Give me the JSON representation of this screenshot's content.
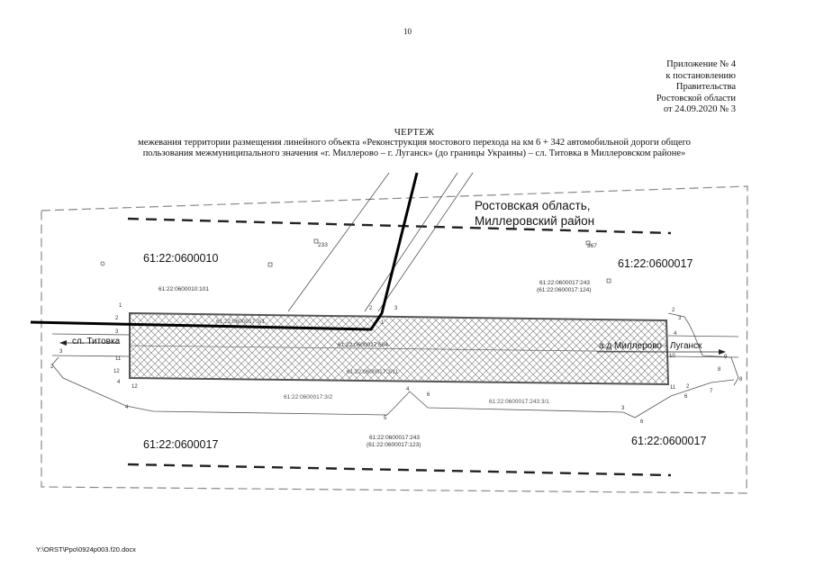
{
  "page_number": "10",
  "annex": {
    "line1": "Приложение № 4",
    "line2": "к постановлению",
    "line3": "Правительства",
    "line4": "Ростовской области",
    "line5": "от 24.09.2020 № 3"
  },
  "title": {
    "heading": "ЧЕРТЕЖ",
    "line1": "межевания территории размещения линейного объекта «Реконструкция мостового перехода на км 6 + 342 автомобильной дороги общего",
    "line2": "пользования межмуниципального значения «г. Миллерово – г. Луганск» (до границы Украины) – сл. Титовка в Миллеровском районе»"
  },
  "map": {
    "region_line1": "Ростовская область,",
    "region_line2": "Миллеровский район",
    "quarter_top_left": "61:22:0600010",
    "quarter_top_right": "61:22:0600017",
    "quarter_bottom_left": "61:22:0600017",
    "quarter_bottom_right": "61:22:0600017",
    "parcel_101": "61:22:0600010:101",
    "parcel_243_top_a": "61:22:0600017:243",
    "parcel_243_top_b": "(61:22:0600017:124)",
    "parcel_243_bottom_a": "61:22:0600017:243",
    "parcel_243_bottom_b": "(61:22:0600017:123)",
    "parcel_604": "61:22:0600017:604",
    "parcel_3_top": "61:22:0600017:3/1",
    "parcel_3_mid": "61:22:0600017:3/11",
    "parcel_3_left": "61:22:0600017:3/2",
    "parcel_3_right": "61:22:0600017:243:3/1",
    "parcel_233": "233",
    "parcel_367": "367",
    "road_left": "сл. Титовка",
    "road_right": "а.д Миллерово - Луганск"
  },
  "footer_path": "Y:\\ORST\\Ppo\\0924p003.f20.docx"
}
